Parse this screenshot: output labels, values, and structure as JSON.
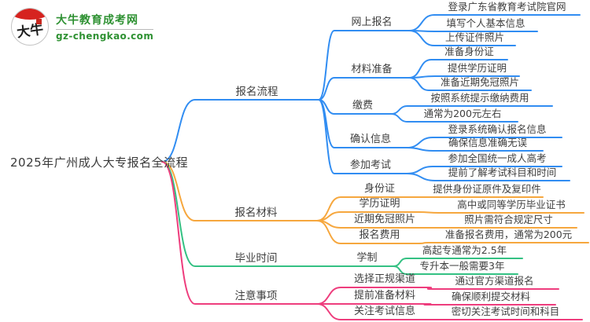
{
  "logo": {
    "badge_text": "大牛",
    "site_name": "大牛教育成考网",
    "site_domain": "gz-chengkao.com",
    "brand_green": "#2e9132",
    "badge_red": "#d6231f"
  },
  "root": {
    "label": "2025年广州成人大专报名全流程"
  },
  "branches": [
    {
      "label": "报名流程",
      "color": "#318df2",
      "children": [
        {
          "label": "网上报名",
          "children": [
            {
              "label": "登录广东省教育考试院官网"
            },
            {
              "label": "填写个人基本信息"
            },
            {
              "label": "上传证件照片"
            }
          ]
        },
        {
          "label": "材料准备",
          "children": [
            {
              "label": "准备身份证"
            },
            {
              "label": "提供学历证明"
            },
            {
              "label": "准备近期免冠照片"
            }
          ]
        },
        {
          "label": "缴费",
          "children": [
            {
              "label": "按照系统提示缴纳费用"
            },
            {
              "label": "通常为200元左右"
            }
          ]
        },
        {
          "label": "确认信息",
          "children": [
            {
              "label": "登录系统确认报名信息"
            },
            {
              "label": "确保信息准确无误"
            }
          ]
        },
        {
          "label": "参加考试",
          "children": [
            {
              "label": "参加全国统一成人高考"
            },
            {
              "label": "提前了解考试科目和时间"
            }
          ]
        }
      ]
    },
    {
      "label": "报名材料",
      "color": "#f6a73e",
      "children": [
        {
          "label": "身份证",
          "children": [
            {
              "label": "提供身份证原件及复印件"
            }
          ]
        },
        {
          "label": "学历证明",
          "children": [
            {
              "label": "高中或同等学历毕业证书"
            }
          ]
        },
        {
          "label": "近期免冠照片",
          "children": [
            {
              "label": "照片需符合规定尺寸"
            }
          ]
        },
        {
          "label": "报名费用",
          "children": [
            {
              "label": "准备报名费用，通常为200元"
            }
          ]
        }
      ]
    },
    {
      "label": "毕业时间",
      "color": "#34c183",
      "children": [
        {
          "label": "学制",
          "children": [
            {
              "label": "高起专通常为2.5年"
            },
            {
              "label": "专升本一般需要3年"
            }
          ]
        }
      ]
    },
    {
      "label": "注意事项",
      "color": "#ee3d7d",
      "children": [
        {
          "label": "选择正规渠道",
          "children": [
            {
              "label": "通过官方渠道报名"
            }
          ]
        },
        {
          "label": "提前准备材料",
          "children": [
            {
              "label": "确保顺利提交材料"
            }
          ]
        },
        {
          "label": "关注考试信息",
          "children": [
            {
              "label": "密切关注考试时间和科目"
            }
          ]
        }
      ]
    }
  ]
}
